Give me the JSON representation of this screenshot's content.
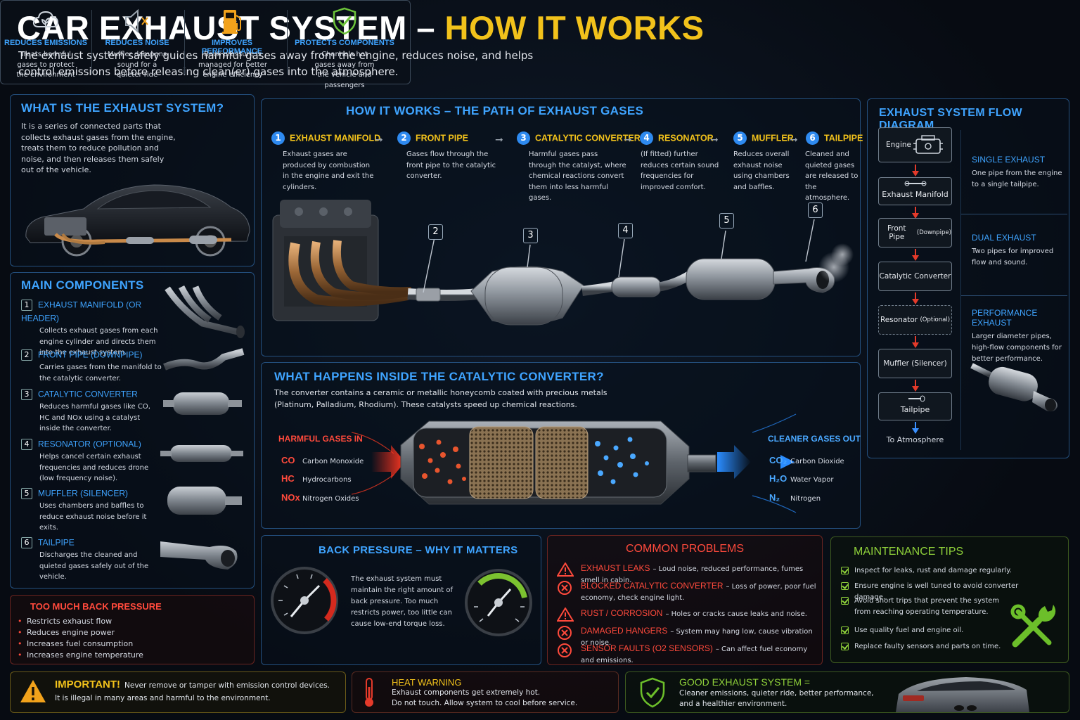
{
  "header": {
    "title_main": "CAR EXHAUST SYSTEM – ",
    "title_accent": "HOW IT WORKS",
    "subtitle": "The exhaust system safely guides harmful gases away from the engine, reduces noise, and helps control emissions before releasing clean(er) gases into the atmosphere."
  },
  "benefits": [
    {
      "icon": "cloud-leaf-icon",
      "title": "REDUCES EMISSIONS",
      "desc": "Treats harmful gases to protect the environment"
    },
    {
      "icon": "muted-speaker-icon",
      "title": "REDUCES NOISE",
      "desc": "Muffler dampens sound for a quieter ride"
    },
    {
      "icon": "fuel-pump-icon",
      "title": "IMPROVES PERFORMANCE",
      "desc": "Back pressure is managed for better engine efficiency"
    },
    {
      "icon": "shield-check-icon",
      "title": "PROTECTS COMPONENTS",
      "desc": "Channels hot gases away from the vehicle and passengers"
    }
  ],
  "what_is": {
    "title": "WHAT IS THE EXHAUST SYSTEM?",
    "body": "It is a series of connected parts that collects exhaust gases from the engine, treats them to reduce pollution and noise, and then releases them safely out of the vehicle."
  },
  "main_components": {
    "title": "MAIN COMPONENTS",
    "items": [
      {
        "num": "1",
        "name": "EXHAUST MANIFOLD (OR HEADER)",
        "desc": "Collects exhaust gases from each engine cylinder and directs them into the exhaust system."
      },
      {
        "num": "2",
        "name": "FRONT PIPE (DOWNPIPE)",
        "desc": "Carries gases from the manifold to the catalytic converter."
      },
      {
        "num": "3",
        "name": "CATALYTIC CONVERTER",
        "desc": "Reduces harmful gases like CO, HC and NOx using a catalyst inside the converter."
      },
      {
        "num": "4",
        "name": "RESONATOR (OPTIONAL)",
        "desc": "Helps cancel certain exhaust frequencies and reduces drone (low frequency noise)."
      },
      {
        "num": "5",
        "name": "MUFFLER (SILENCER)",
        "desc": "Uses chambers and baffles to reduce exhaust noise before it exits."
      },
      {
        "num": "6",
        "name": "TAILPIPE",
        "desc": "Discharges the cleaned and quieted gases safely out of the vehicle."
      }
    ]
  },
  "too_much": {
    "title": "TOO MUCH BACK PRESSURE",
    "items": [
      "Restricts exhaust flow",
      "Reduces engine power",
      "Increases fuel consumption",
      "Increases engine temperature"
    ]
  },
  "how_it_works": {
    "title": "HOW IT WORKS – THE PATH OF EXHAUST GASES",
    "steps": [
      {
        "num": "1",
        "name": "EXHAUST MANIFOLD",
        "desc": "Exhaust gases are produced by combustion in the engine and exit the cylinders."
      },
      {
        "num": "2",
        "name": "FRONT PIPE",
        "desc": "Gases flow through the front pipe to the catalytic converter."
      },
      {
        "num": "3",
        "name": "CATALYTIC CONVERTER",
        "desc": "Harmful gases pass through the catalyst, where chemical reactions convert them into less harmful gases."
      },
      {
        "num": "4",
        "name": "RESONATOR",
        "desc": "(If fitted) further reduces certain sound frequencies for improved comfort."
      },
      {
        "num": "5",
        "name": "MUFFLER",
        "desc": "Reduces overall exhaust noise using chambers and baffles."
      },
      {
        "num": "6",
        "name": "TAILPIPE",
        "desc": "Cleaned and quieted gases are released to the atmosphere."
      }
    ],
    "callouts": [
      "2",
      "3",
      "4",
      "5",
      "6"
    ]
  },
  "catalytic": {
    "title": "WHAT HAPPENS INSIDE THE CATALYTIC CONVERTER?",
    "body": "The converter contains a ceramic or metallic honeycomb coated with precious metals (Platinum, Palladium, Rhodium). These catalysts speed up chemical reactions.",
    "in_title": "HARMFUL GASES IN",
    "in_gases": [
      {
        "sym": "CO",
        "name": "Carbon Monoxide"
      },
      {
        "sym": "HC",
        "name": "Hydrocarbons"
      },
      {
        "sym": "NOx",
        "name": "Nitrogen Oxides"
      }
    ],
    "out_title": "CLEANER GASES OUT",
    "out_gases": [
      {
        "sym": "CO₂",
        "name": "Carbon Dioxide"
      },
      {
        "sym": "H₂O",
        "name": "Water Vapor"
      },
      {
        "sym": "N₂",
        "name": "Nitrogen"
      }
    ]
  },
  "flow": {
    "title": "EXHAUST SYSTEM FLOW DIAGRAM",
    "engine": "Engine",
    "manifold": "Exhaust Manifold",
    "front_pipe": "Front Pipe",
    "front_pipe_sub": "(Downpipe)",
    "cat": "Catalytic Converter",
    "resonator": "Resonator",
    "resonator_sub": "(Optional)",
    "muffler": "Muffler (Silencer)",
    "tailpipe": "Tailpipe",
    "atmosphere": "To Atmosphere",
    "types": [
      {
        "name": "SINGLE EXHAUST",
        "desc": "One pipe from the engine to a single tailpipe."
      },
      {
        "name": "DUAL EXHAUST",
        "desc": "Two pipes for improved flow and sound."
      },
      {
        "name": "PERFORMANCE EXHAUST",
        "desc": "Larger diameter pipes, high-flow components for better performance."
      }
    ]
  },
  "back_pressure": {
    "title": "BACK PRESSURE – WHY IT MATTERS",
    "body": "The exhaust system must maintain the right amount of back pressure. Too much restricts power, too little can cause low-end torque loss."
  },
  "problems": {
    "title": "COMMON PROBLEMS",
    "items": [
      {
        "icon": "warning-triangle-icon",
        "name": "EXHAUST LEAKS",
        "desc": "– Loud noise, reduced performance, fumes smell in cabin."
      },
      {
        "icon": "x-circle-icon",
        "name": "BLOCKED CATALYTIC CONVERTER",
        "desc": "– Loss of power, poor fuel economy, check engine light."
      },
      {
        "icon": "warning-triangle-icon",
        "name": "RUST / CORROSION",
        "desc": "– Holes or cracks cause leaks and noise."
      },
      {
        "icon": "x-circle-icon",
        "name": "DAMAGED HANGERS",
        "desc": "– System may hang low, cause vibration or noise."
      },
      {
        "icon": "x-circle-icon",
        "name": "SENSOR FAULTS (O2 SENSORS)",
        "desc": "– Can affect fuel economy and emissions."
      }
    ]
  },
  "maintenance": {
    "title": "MAINTENANCE TIPS",
    "items": [
      "Inspect for leaks, rust and damage regularly.",
      "Ensure engine is well tuned to avoid converter damage.",
      "Avoid short trips that prevent the system from reaching operating temperature.",
      "Use quality fuel and engine oil.",
      "Replace faulty sensors and parts on time."
    ]
  },
  "footer": {
    "important_title": "IMPORTANT!",
    "important_text1": "Never remove or tamper with emission control devices.",
    "important_text2": "It is illegal in many areas and harmful to the environment.",
    "heat_title": "HEAT WARNING",
    "heat_text1": "Exhaust components get extremely hot.",
    "heat_text2": "Do not touch. Allow system to cool before service.",
    "good_title": "GOOD EXHAUST SYSTEM =",
    "good_text1": "Cleaner emissions, quieter ride, better performance,",
    "good_text2": "and a healthier environment."
  },
  "colors": {
    "accent_yellow": "#f2c21b",
    "accent_blue": "#3fa4ff",
    "danger_red": "#ff4a3c",
    "ok_green": "#8fd13a"
  }
}
